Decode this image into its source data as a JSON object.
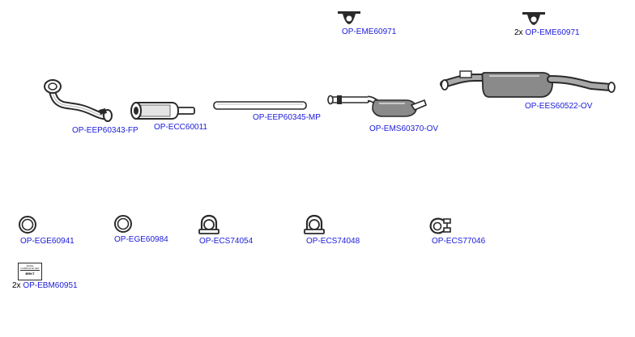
{
  "colors": {
    "link": "#1a1adb",
    "part_dark": "#2a2a2a",
    "part_mid": "#9a9a9a",
    "part_light": "#e8e8e8"
  },
  "parts": [
    {
      "code": "OP-EME60971",
      "qty": "",
      "icon": "rubber-hanger-icon"
    },
    {
      "code": "OP-EME60971",
      "qty": "2x",
      "icon": "rubber-hanger-icon"
    },
    {
      "code": "OP-EEP60343-FP",
      "qty": "",
      "icon": "front-pipe-icon"
    },
    {
      "code": "OP-ECC60011",
      "qty": "",
      "icon": "catalytic-converter-icon"
    },
    {
      "code": "OP-EEP60345-MP",
      "qty": "",
      "icon": "middle-pipe-icon"
    },
    {
      "code": "OP-EMS60370-OV",
      "qty": "",
      "icon": "middle-silencer-icon"
    },
    {
      "code": "OP-EES60522-OV",
      "qty": "",
      "icon": "rear-silencer-icon"
    },
    {
      "code": "OP-EGE60941",
      "qty": "",
      "icon": "gasket-ring-icon"
    },
    {
      "code": "OP-EGE60984",
      "qty": "",
      "icon": "gasket-ring-icon"
    },
    {
      "code": "OP-ECS74054",
      "qty": "",
      "icon": "u-clamp-icon"
    },
    {
      "code": "OP-ECS74048",
      "qty": "",
      "icon": "u-clamp-icon"
    },
    {
      "code": "OP-ECS77046",
      "qty": "",
      "icon": "clamp-icon"
    },
    {
      "code": "OP-EBM60951",
      "qty": "2x",
      "icon": "mounting-bracket-icon",
      "box_text": [
        "MADE",
        "COMPLETE SET",
        "BRKT"
      ]
    }
  ]
}
